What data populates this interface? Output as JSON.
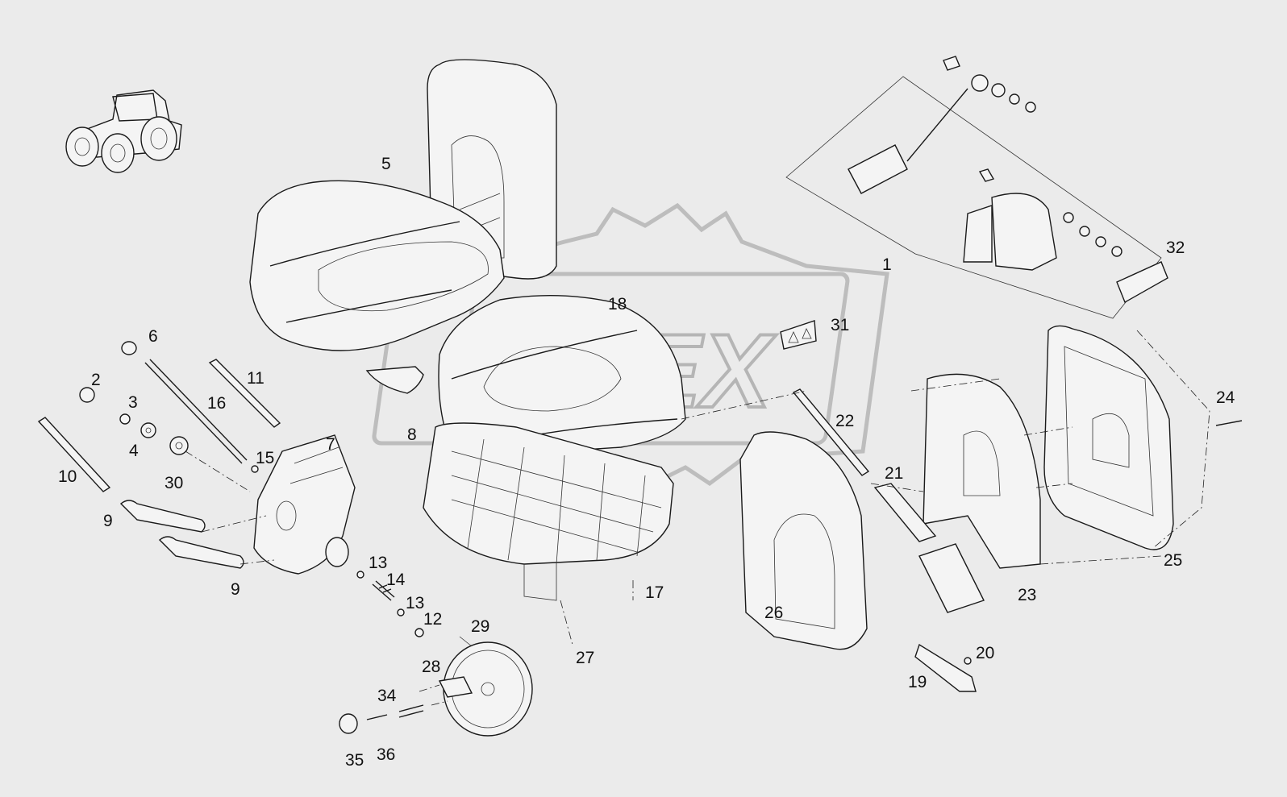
{
  "watermark": {
    "text": "OPEX"
  },
  "callouts": [
    {
      "id": "c1",
      "label": "1"
    },
    {
      "id": "c2",
      "label": "2"
    },
    {
      "id": "c3",
      "label": "3"
    },
    {
      "id": "c4",
      "label": "4"
    },
    {
      "id": "c5",
      "label": "5"
    },
    {
      "id": "c6",
      "label": "6"
    },
    {
      "id": "c7",
      "label": "7"
    },
    {
      "id": "c8",
      "label": "8"
    },
    {
      "id": "c9a",
      "label": "9"
    },
    {
      "id": "c9b",
      "label": "9"
    },
    {
      "id": "c10",
      "label": "10"
    },
    {
      "id": "c11",
      "label": "11"
    },
    {
      "id": "c12",
      "label": "12"
    },
    {
      "id": "c13a",
      "label": "13"
    },
    {
      "id": "c13b",
      "label": "13"
    },
    {
      "id": "c14",
      "label": "14"
    },
    {
      "id": "c15",
      "label": "15"
    },
    {
      "id": "c16",
      "label": "16"
    },
    {
      "id": "c17",
      "label": "17"
    },
    {
      "id": "c18",
      "label": "18"
    },
    {
      "id": "c19",
      "label": "19"
    },
    {
      "id": "c20",
      "label": "20"
    },
    {
      "id": "c21",
      "label": "21"
    },
    {
      "id": "c22",
      "label": "22"
    },
    {
      "id": "c23",
      "label": "23"
    },
    {
      "id": "c24",
      "label": "24"
    },
    {
      "id": "c25",
      "label": "25"
    },
    {
      "id": "c26",
      "label": "26"
    },
    {
      "id": "c27",
      "label": "27"
    },
    {
      "id": "c28",
      "label": "28"
    },
    {
      "id": "c29",
      "label": "29"
    },
    {
      "id": "c30",
      "label": "30"
    },
    {
      "id": "c31",
      "label": "31"
    },
    {
      "id": "c32",
      "label": "32"
    },
    {
      "id": "c34",
      "label": "34"
    },
    {
      "id": "c35",
      "label": "35"
    },
    {
      "id": "c36",
      "label": "36"
    }
  ]
}
